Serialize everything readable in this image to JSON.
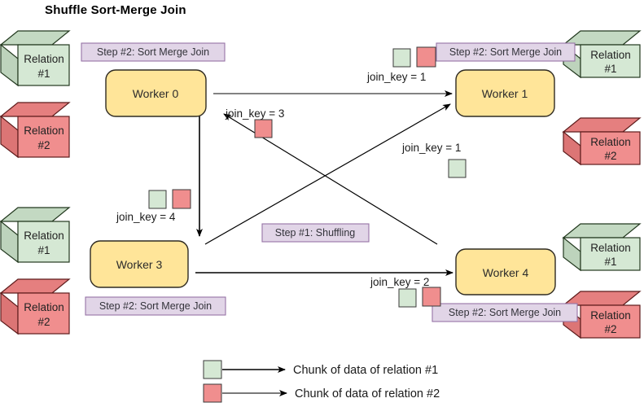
{
  "title": "Shuffle Sort-Merge Join",
  "colors": {
    "relation1_face": "#d5e8d4",
    "relation1_stroke": "#2d4a2b",
    "relation2_face": "#f08e8e",
    "relation2_stroke": "#6b1f1f",
    "worker_face": "#ffe599",
    "worker_stroke": "#31302b",
    "step_face": "#e1d5e7",
    "step_stroke": "#9673a6",
    "chunk1_face": "#d5e8d4",
    "chunk2_face": "#f08e8e",
    "arrow": "#000000",
    "arrow_gray": "#666666",
    "background": "#ffffff"
  },
  "relations": [
    {
      "name": "relation-1-left-top",
      "line1": "Relation",
      "line2": "#1",
      "type": "relation1"
    },
    {
      "name": "relation-2-left-top",
      "line1": "Relation",
      "line2": "#2",
      "type": "relation2"
    },
    {
      "name": "relation-1-left-bottom",
      "line1": "Relation",
      "line2": "#1",
      "type": "relation1"
    },
    {
      "name": "relation-2-left-bottom",
      "line1": "Relation",
      "line2": "#2",
      "type": "relation2"
    },
    {
      "name": "relation-1-right-top",
      "line1": "Relation",
      "line2": "#1",
      "type": "relation1"
    },
    {
      "name": "relation-2-right-top",
      "line1": "Relation",
      "line2": "#2",
      "type": "relation2"
    },
    {
      "name": "relation-1-right-bottom",
      "line1": "Relation",
      "line2": "#1",
      "type": "relation1"
    },
    {
      "name": "relation-2-right-bottom",
      "line1": "Relation",
      "line2": "#2",
      "type": "relation2"
    }
  ],
  "workers": [
    {
      "name": "worker-0",
      "label": "Worker 0"
    },
    {
      "name": "worker-1",
      "label": "Worker 1"
    },
    {
      "name": "worker-3",
      "label": "Worker 3"
    },
    {
      "name": "worker-4",
      "label": "Worker 4"
    }
  ],
  "steps": [
    {
      "name": "step-label-worker-0",
      "label": "Step #2: Sort Merge Join"
    },
    {
      "name": "step-label-worker-1",
      "label": "Step #2: Sort Merge Join"
    },
    {
      "name": "step-label-worker-3",
      "label": "Step #2: Sort Merge Join"
    },
    {
      "name": "step-label-worker-4",
      "label": "Step #2: Sort Merge Join"
    },
    {
      "name": "step-label-shuffling",
      "label": "Step #1: Shuffling"
    }
  ],
  "join_keys": [
    {
      "name": "join-key-3",
      "label": "join_key = 3",
      "chunks": [
        "relation2"
      ]
    },
    {
      "name": "join-key-1-top",
      "label": "join_key = 1",
      "chunks": [
        "relation1",
        "relation2"
      ]
    },
    {
      "name": "join-key-1-mid",
      "label": "join_key = 1",
      "chunks": [
        "relation1"
      ]
    },
    {
      "name": "join-key-4",
      "label": "join_key = 4",
      "chunks": [
        "relation1",
        "relation2"
      ]
    },
    {
      "name": "join-key-2",
      "label": "join_key = 2",
      "chunks": [
        "relation1",
        "relation2"
      ]
    }
  ],
  "legend": [
    {
      "name": "legend-relation-1",
      "swatch": "relation1",
      "label": "Chunk of data of relation #1"
    },
    {
      "name": "legend-relation-2",
      "swatch": "relation2",
      "label": "Chunk of data of relation #2"
    }
  ]
}
